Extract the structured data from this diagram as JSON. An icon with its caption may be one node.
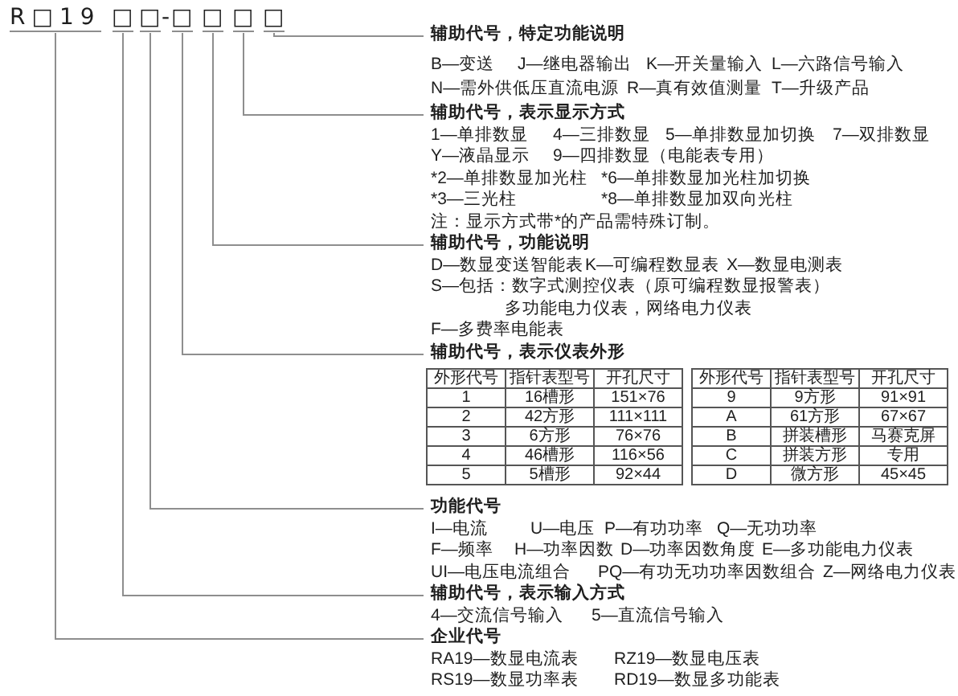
{
  "diagram": {
    "nodes": [
      {
        "text": [
          "R□19"
        ]
      },
      {
        "text": [
          "□"
        ]
      },
      {
        "text": [
          "□"
        ]
      },
      {
        "text": [
          "□"
        ]
      },
      {
        "text": [
          "□"
        ]
      },
      {
        "text": [
          "□"
        ]
      },
      {
        "text": [
          "□"
        ]
      },
      {
        "text": [
          "辅助代号，特定功能说明",
          "B—变送",
          "J—继电器输出",
          "K—开关量输入",
          "L—六路信号输入",
          "N—需外供低压直流电源",
          "R—真有效值测量",
          "T—升级产品"
        ]
      },
      {
        "text": [
          "辅助代号，表示显示方式",
          "1—单排数显",
          "4—三排数显",
          "5—单排数显加切换",
          "7—双排数显",
          "Y—液晶显示",
          "9—四排数显（电能表专用）",
          "*2—单排数显加光柱",
          "*6—单排数显加光柱加切换",
          "*3—三光柱",
          "*8—单排数显加双向光柱",
          "注：显示方式带*的产品需特殊订制。"
        ]
      },
      {
        "text": [
          "辅助代号，功能说明",
          "D—数显变送智能表",
          "K—可编程数显表",
          "X—数显电测表",
          "S—包括：数字式测控仪表（原可编程数显报警表）多功能电力仪表，网络电力仪表",
          "F—多费率电能表"
        ]
      },
      {
        "text": [
          "辅助代号，表示仪表外形"
        ]
      },
      {
        "text": [
          "功能代号",
          "I—电流",
          "U—电压",
          "P—有功功率",
          "Q—无功功率",
          "F—频率",
          "H—功率因数",
          "D—功率因数角度",
          "E—多功能电力仪表",
          "UI—电压电流组合",
          "PQ—有功无功功率因数组合",
          "Z—网络电力仪表"
        ]
      },
      {
        "text": [
          "辅助代号，表示输入方式",
          "4—交流信号输入",
          "5—直流信号输入"
        ]
      },
      {
        "text": [
          "企业代号",
          "RA19—数显电流表",
          "RZ19—数显电压表",
          "RS19—数显功率表",
          "RD19—数显多功能表"
        ]
      }
    ],
    "edges": [
      {
        "from": 7,
        "to": 6,
        "arrow": "none"
      },
      {
        "from": 8,
        "to": 5,
        "arrow": "none"
      },
      {
        "from": 9,
        "to": 4,
        "arrow": "none"
      },
      {
        "from": 10,
        "to": 3,
        "arrow": "none"
      },
      {
        "from": 11,
        "to": 2,
        "arrow": "none"
      },
      {
        "from": 12,
        "to": 1,
        "arrow": "none"
      },
      {
        "from": 13,
        "to": 0,
        "arrow": "none"
      }
    ],
    "labels": [
      "-",
      "外形代号",
      "指针表型号",
      "开孔尺寸",
      "外形代号",
      "指针表型号",
      "开孔尺寸",
      "1",
      "16槽形",
      "151×76",
      "9",
      "9方形",
      "91×91",
      "2",
      "42方形",
      "111×111",
      "A",
      "61方形",
      "67×67",
      "3",
      "6方形",
      "76×76",
      "B",
      "拼装槽形",
      "马赛克屏",
      "4",
      "46槽形",
      "116×56",
      "C",
      "拼装方形",
      "专用",
      "5",
      "5槽形",
      "92×44",
      "D",
      "微方形",
      "45×45"
    ]
  }
}
